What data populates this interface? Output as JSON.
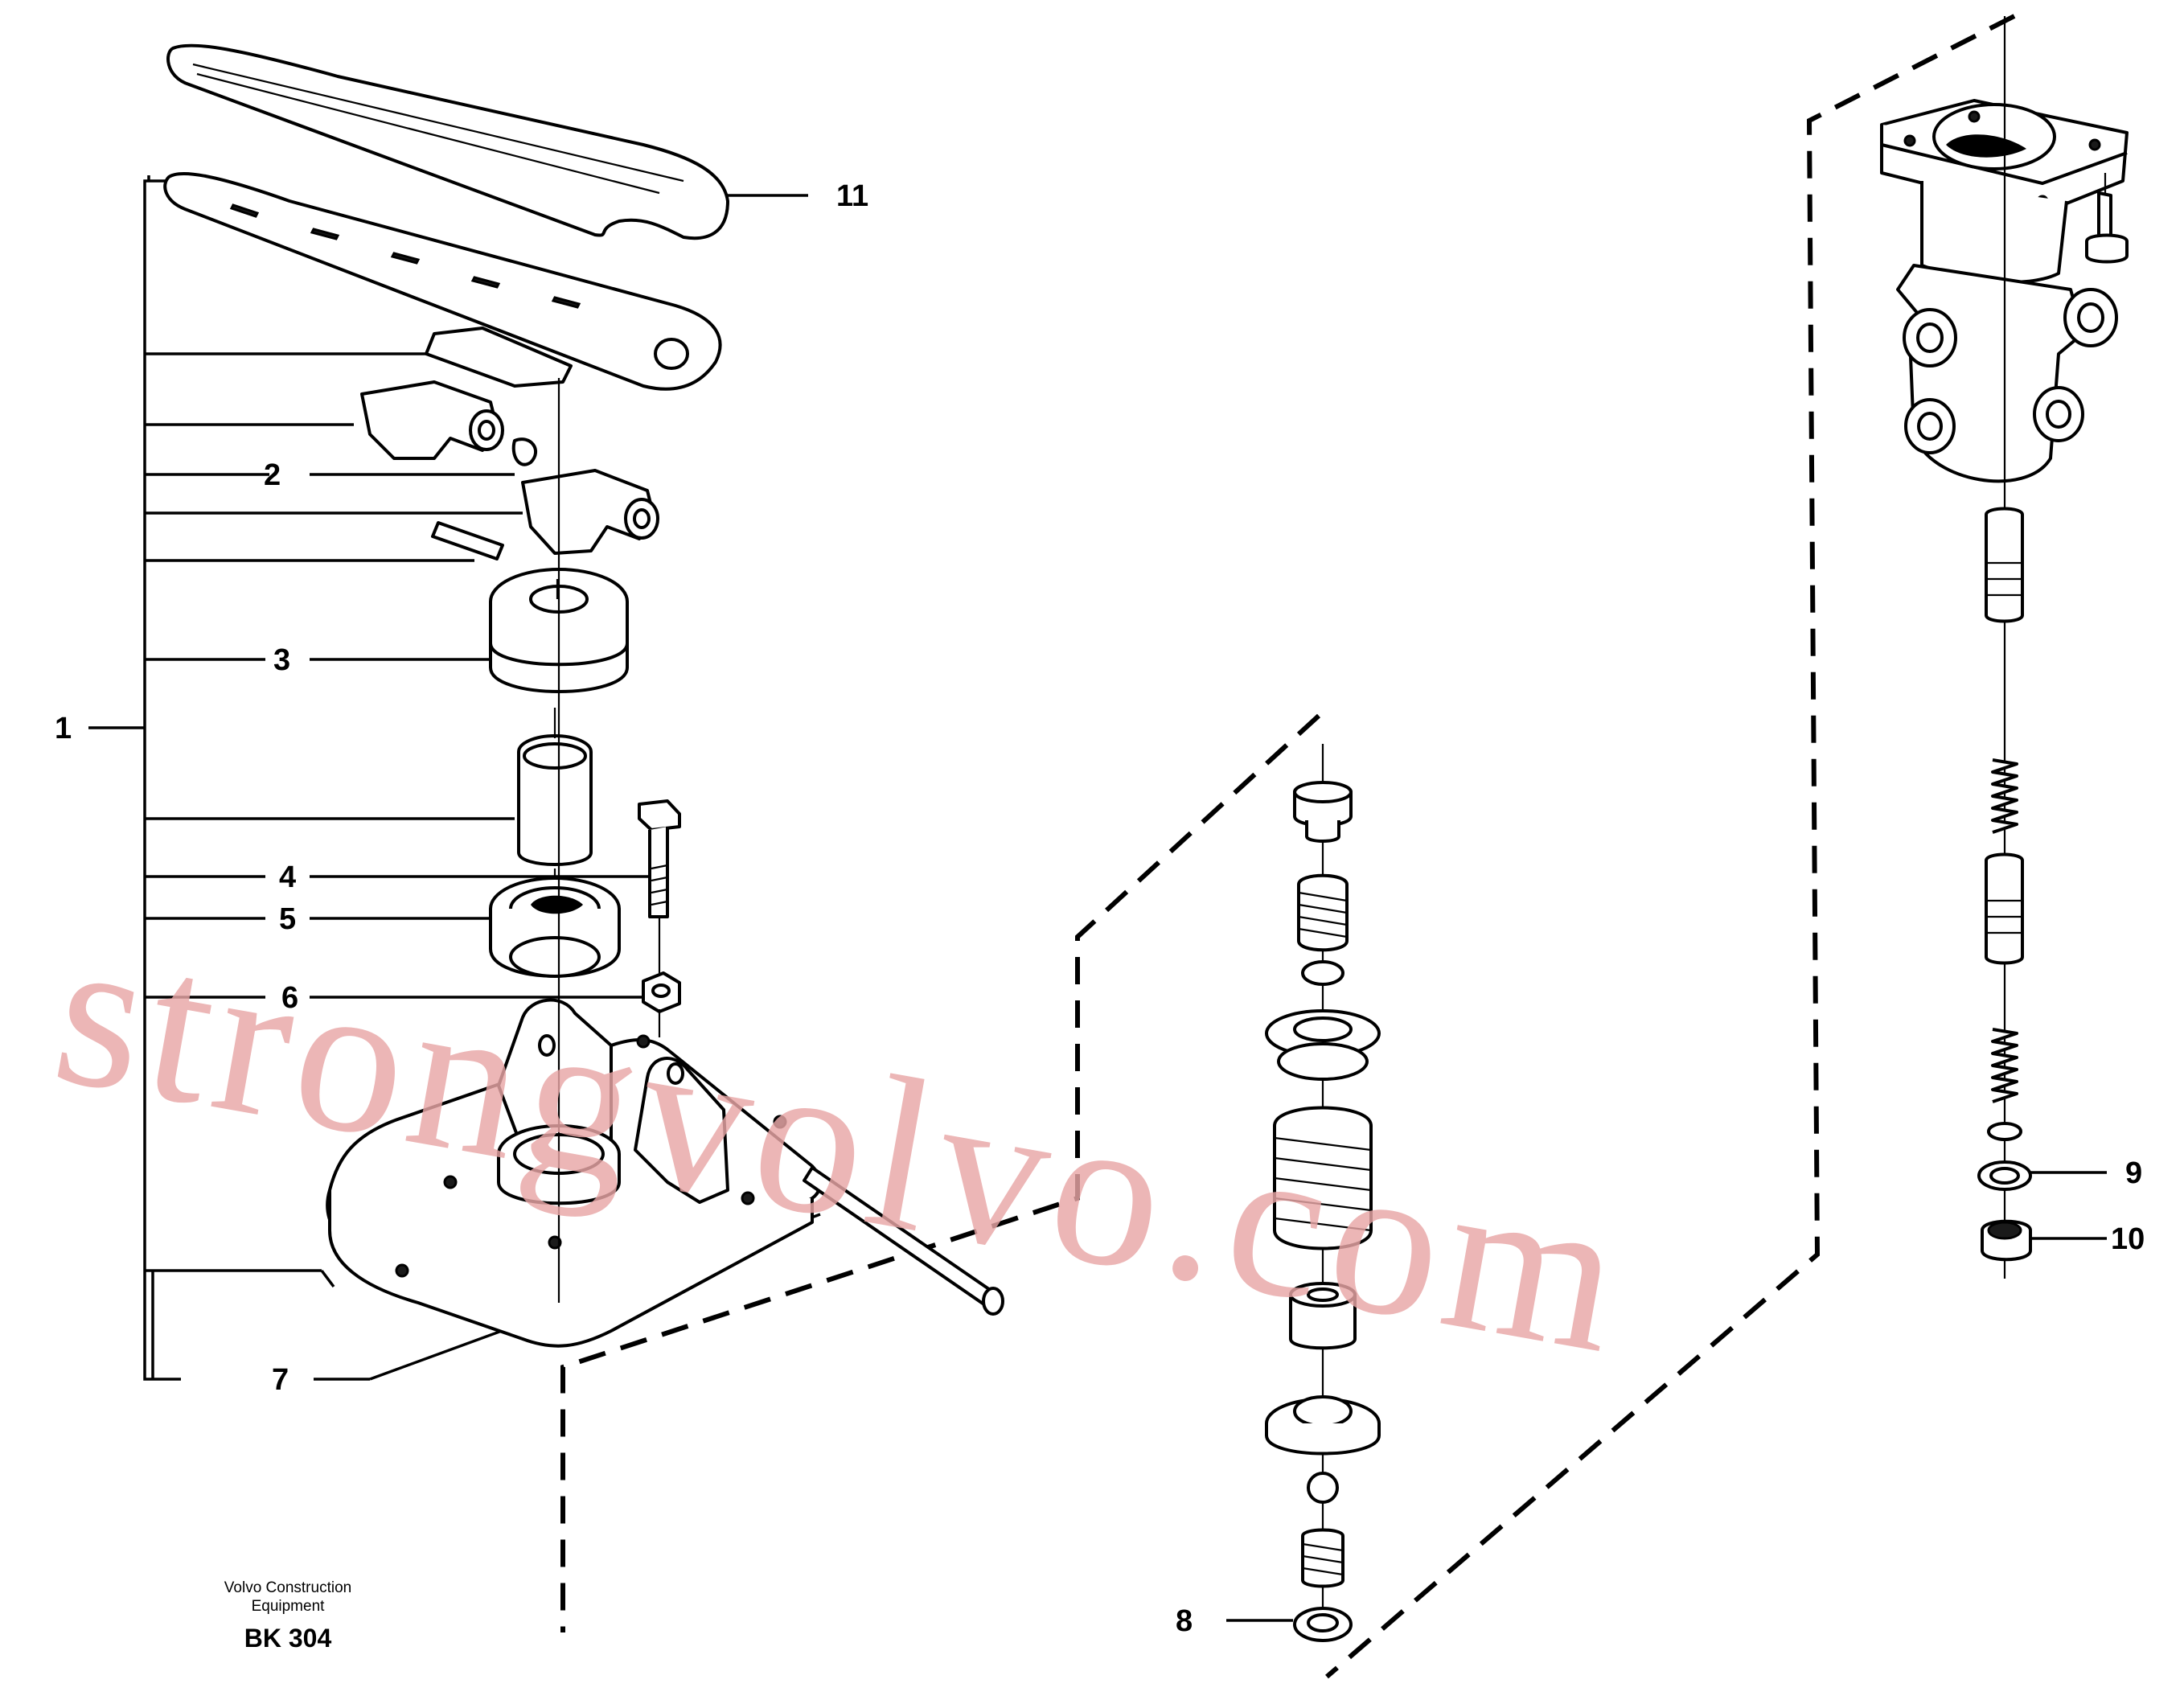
{
  "labels": {
    "l1": "1",
    "l2": "2",
    "l3": "3",
    "l4": "4",
    "l5": "5",
    "l6": "6",
    "l7": "7",
    "l8": "8",
    "l9": "9",
    "l10": "10",
    "l11": "11"
  },
  "footer": {
    "company_line1": "Volvo Construction",
    "company_line2": "Equipment",
    "code": "BK 304"
  },
  "watermark": "strongvolvo.com"
}
